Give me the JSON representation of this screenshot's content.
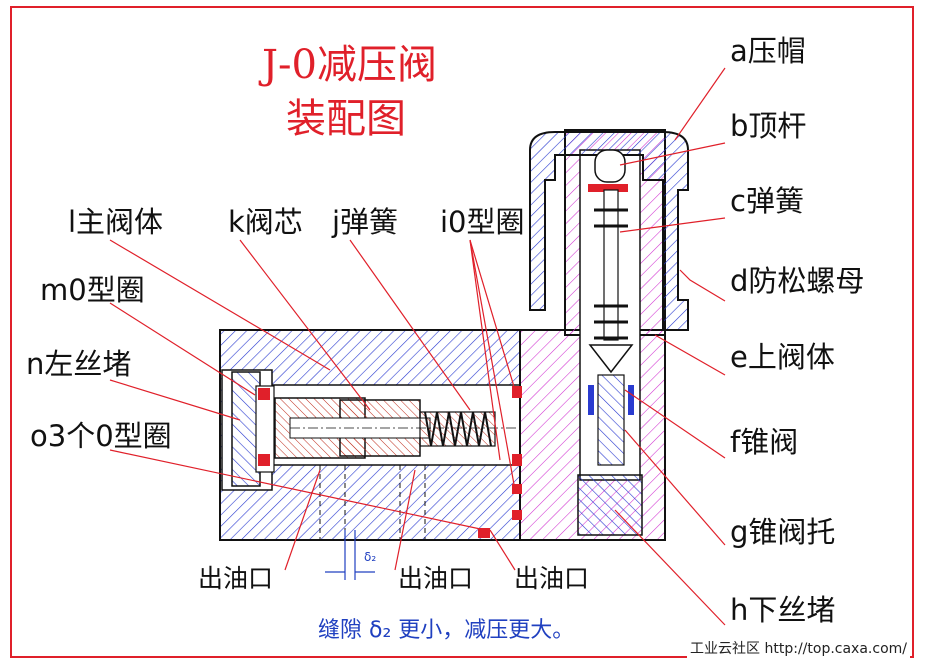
{
  "title": {
    "line1": "J-0减压阀",
    "line2": "装配图"
  },
  "labels": {
    "a": "a压帽",
    "b": "b顶杆",
    "c": "c弹簧",
    "d": "d防松螺母",
    "e": "e上阀体",
    "f": "f锥阀",
    "g": "g锥阀托",
    "h": "h下丝堵",
    "i": "i0型圈",
    "j": "j弹簧",
    "k": "k阀芯",
    "l": "l主阀体",
    "m": "m0型圈",
    "n": "n左丝堵",
    "o": "o3个0型圈"
  },
  "outlets": [
    "出油口",
    "出油口",
    "出油口"
  ],
  "delta_symbol": "δ₂",
  "note": "缝隙 δ₂ 更小，减压更大。",
  "watermark": "工业云社区 http://top.caxa.com/",
  "colors": {
    "frame": "#e0202a",
    "blue": "#2a3bd0",
    "magenta": "#d030d0",
    "red": "#e0202a",
    "leader": "#e0202a"
  }
}
